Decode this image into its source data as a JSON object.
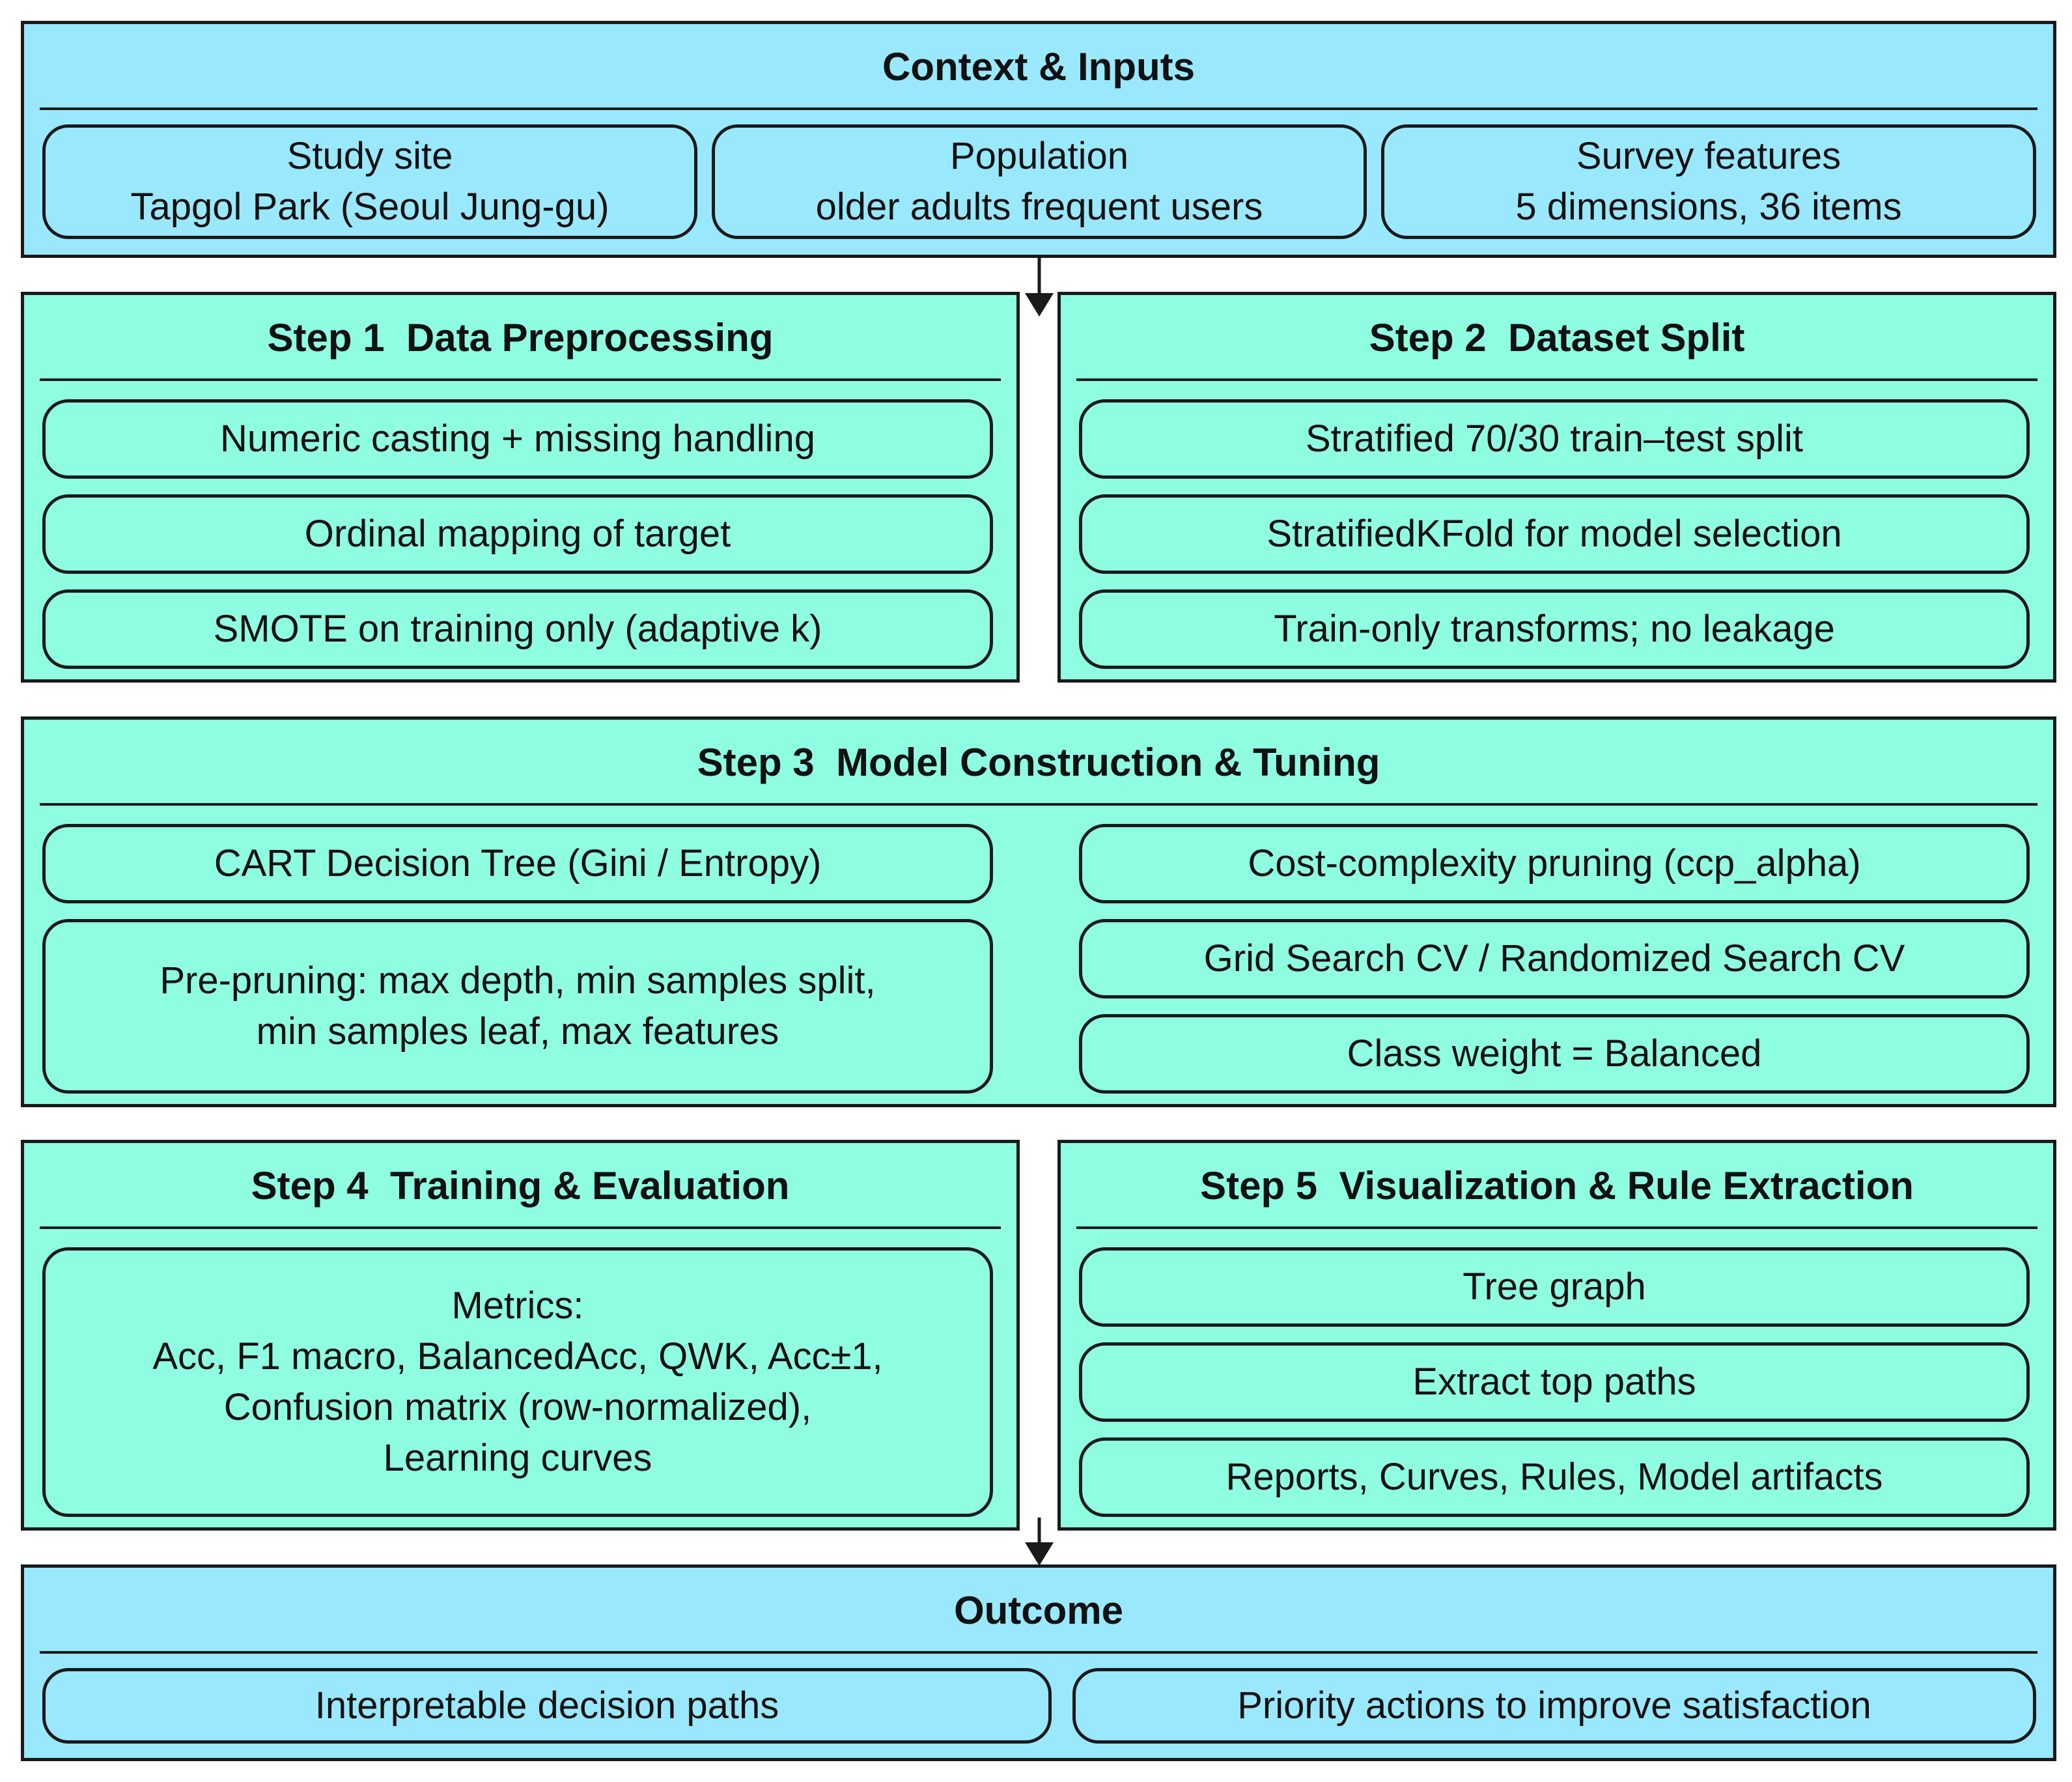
{
  "context": {
    "title": "Context & Inputs",
    "items": [
      "Study site\nTapgol Park (Seoul Jung-gu)",
      "Population\nolder adults frequent users",
      "Survey features\n5 dimensions, 36 items"
    ]
  },
  "step1": {
    "title": "Step 1  Data Preprocessing",
    "items": [
      "Numeric casting + missing handling",
      "Ordinal mapping of target",
      "SMOTE on training only (adaptive k)"
    ]
  },
  "step2": {
    "title": "Step 2  Dataset Split",
    "items": [
      "Stratified 70/30 train–test split",
      "StratifiedKFold for model selection",
      "Train-only transforms; no leakage"
    ]
  },
  "step3": {
    "title": "Step 3  Model Construction & Tuning",
    "left_items": [
      "CART Decision Tree (Gini / Entropy)",
      "Pre-pruning: max depth, min samples split,\nmin samples leaf, max features"
    ],
    "right_items": [
      "Cost-complexity pruning (ccp_alpha)",
      "Grid Search CV / Randomized Search CV",
      "Class weight = Balanced"
    ]
  },
  "step4": {
    "title": "Step 4  Training & Evaluation",
    "items": [
      "Metrics:\nAcc, F1 macro, BalancedAcc, QWK, Acc±1,\nConfusion matrix (row-normalized),\nLearning curves"
    ]
  },
  "step5": {
    "title": "Step 5  Visualization & Rule Extraction",
    "items": [
      "Tree graph",
      "Extract top paths",
      "Reports, Curves, Rules, Model artifacts"
    ]
  },
  "outcome": {
    "title": "Outcome",
    "items": [
      "Interpretable decision paths",
      "Priority actions to improve satisfaction"
    ]
  }
}
